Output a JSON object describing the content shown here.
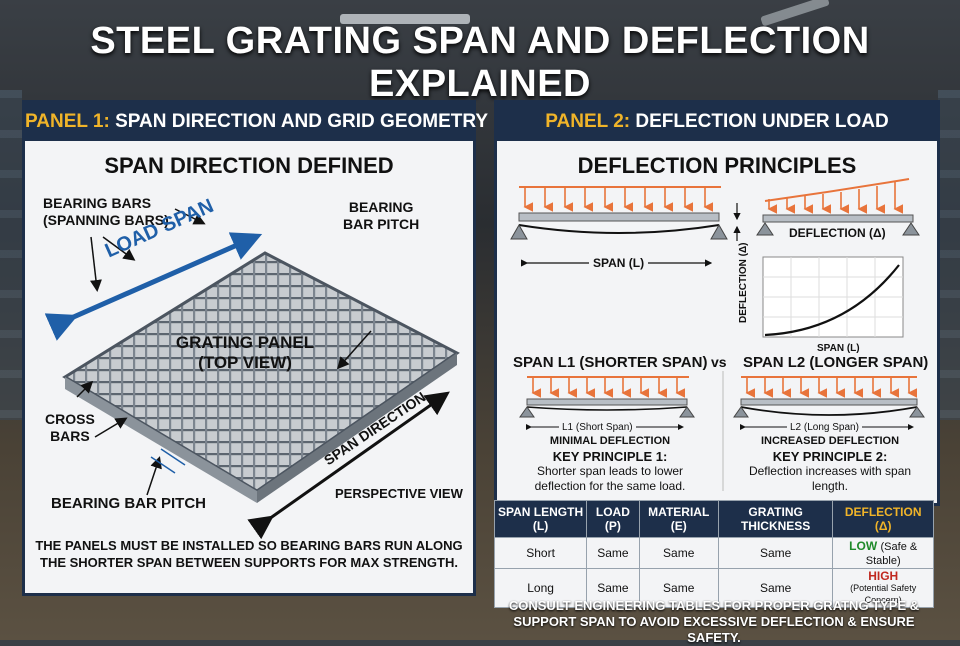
{
  "title": "STEEL GRATING SPAN AND DEFLECTION EXPLAINED",
  "panel1": {
    "head_key": "PANEL 1:",
    "head_rest": "SPAN DIRECTION AND GRID GEOMETRY",
    "section_title": "SPAN DIRECTION DEFINED",
    "bearing_bars_1": "BEARING BARS",
    "bearing_bars_2": "(SPANNING BARS)",
    "bearing_pitch_top_1": "BEARING",
    "bearing_pitch_top_2": "BAR PITCH",
    "load_span": "LOAD SPAN",
    "panel_label_1": "GRATING PANEL",
    "panel_label_2": "(TOP VIEW)",
    "cross_bars_1": "CROSS",
    "cross_bars_2": "BARS",
    "span_direction": "SPAN DIRECTION",
    "bearing_pitch_bottom": "BEARING BAR PITCH",
    "perspective": "PERSPECTIVE VIEW",
    "note_1": "THE PANELS MUST BE INSTALLED SO BEARING BARS RUN ALONG",
    "note_2": "THE SHORTER SPAN BETWEEN SUPPORTS FOR MAX STRENGTH."
  },
  "panel2": {
    "head_key": "PANEL 2:",
    "head_rest": "DEFLECTION UNDER LOAD",
    "section_title": "DEFLECTION PRINCIPLES",
    "span_l": "SPAN (L)",
    "deflection_delta": "DEFLECTION (Δ)",
    "graph_y": "DEFLECTION (Δ)",
    "graph_x": "SPAN (L)",
    "span1_title": "SPAN L1 (SHORTER SPAN)",
    "vs": "vs",
    "span2_title": "SPAN L2 (LONGER SPAN)",
    "span1_dim": "L1 (Short Span)",
    "span2_dim": "L2 (Long Span)",
    "span1_result": "MINIMAL DEFLECTION",
    "span2_result": "INCREASED DEFLECTION",
    "kp1_title": "KEY PRINCIPLE 1:",
    "kp1_line1": "Shorter span leads to lower",
    "kp1_line2": "deflection for the same load.",
    "kp2_title": "KEY PRINCIPLE 2:",
    "kp2_line1": "Deflection increases with span",
    "kp2_line2": "length."
  },
  "table": {
    "headers": [
      "SPAN LENGTH (L)",
      "LOAD (P)",
      "MATERIAL (E)",
      "GRATING THICKNESS",
      "DEFLECTION (Δ)"
    ],
    "rows": [
      [
        "Short",
        "Same",
        "Same",
        "Same",
        "LOW",
        "(Safe & Stable)"
      ],
      [
        "Long",
        "Same",
        "Same",
        "Same",
        "HIGH",
        "(Potential Safety Concern)"
      ]
    ]
  },
  "footer_1": "CONSULT ENGINEERING TABLES FOR PROPER GRATNG TYPE &",
  "footer_2": "SUPPORT SPAN TO AVOID EXCESSIVE DEFLECTION & ENSURE SAFETY.",
  "colors": {
    "navy": "#1d2f4a",
    "gold": "#f0b429",
    "blue_arrow": "#1f5fa8",
    "load_orange": "#e8743b",
    "low_green": "#1f8a2a",
    "high_red": "#c0281f"
  }
}
